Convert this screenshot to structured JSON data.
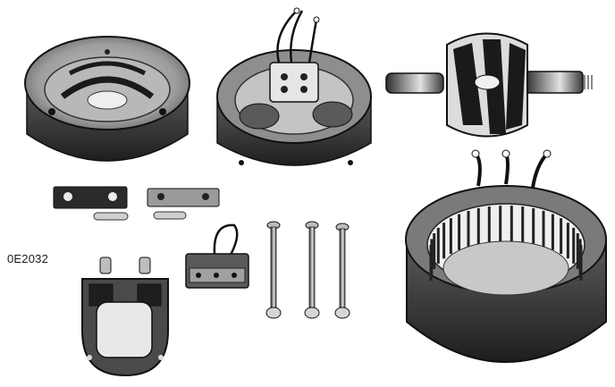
{
  "figure": {
    "reference_code": "0E2032",
    "parts": [
      {
        "id": "end-housing-front",
        "icon": "end-housing-icon"
      },
      {
        "id": "end-housing-rear",
        "icon": "rear-housing-icon"
      },
      {
        "id": "rotor",
        "icon": "rotor-icon"
      },
      {
        "id": "insulating-plate-1",
        "icon": "plate-icon"
      },
      {
        "id": "insulating-plate-2",
        "icon": "plate-icon"
      },
      {
        "id": "terminal-block",
        "icon": "terminal-block-icon"
      },
      {
        "id": "through-bolts",
        "icon": "bolt-icon"
      },
      {
        "id": "brush-holder",
        "icon": "brush-holder-icon"
      },
      {
        "id": "stator",
        "icon": "stator-icon"
      }
    ],
    "colors": {
      "ink": "#1a1a1a",
      "metal_dark": "#3a3a3a",
      "metal_mid": "#8a8a8a",
      "metal_light": "#d6d6d6",
      "paper": "#ffffff"
    }
  }
}
